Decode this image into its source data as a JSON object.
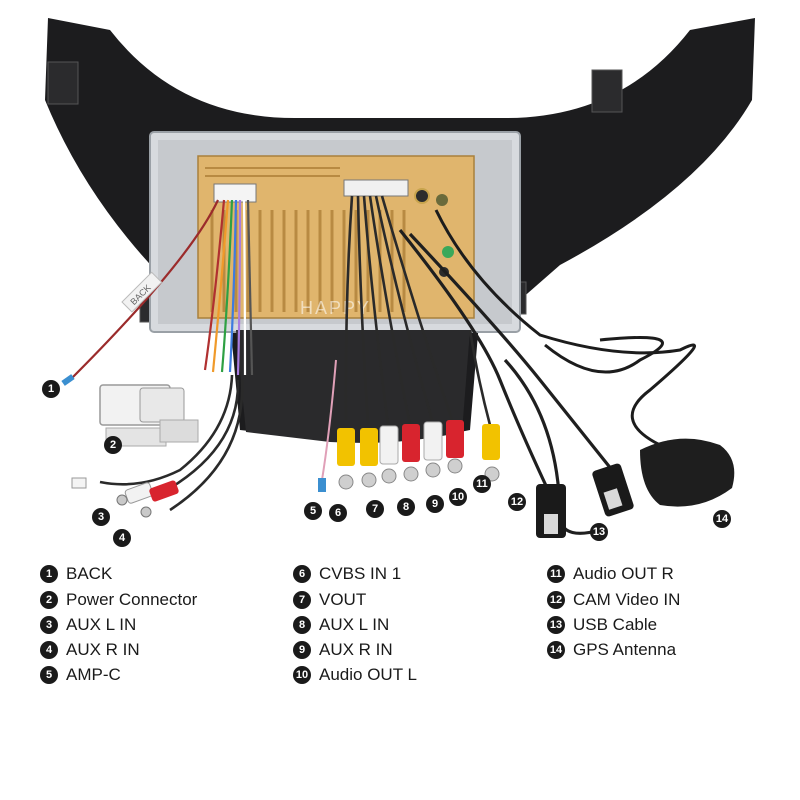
{
  "watermark": "HAPPY",
  "sticker_text": "BACK",
  "legend": [
    {
      "num": "1",
      "label": "BACK"
    },
    {
      "num": "2",
      "label": "Power Connector"
    },
    {
      "num": "3",
      "label": "AUX L IN"
    },
    {
      "num": "4",
      "label": "AUX R IN"
    },
    {
      "num": "5",
      "label": "AMP-C"
    },
    {
      "num": "6",
      "label": "CVBS IN 1"
    },
    {
      "num": "7",
      "label": "VOUT"
    },
    {
      "num": "8",
      "label": "AUX L IN"
    },
    {
      "num": "9",
      "label": "AUX R IN"
    },
    {
      "num": "10",
      "label": "Audio OUT L"
    },
    {
      "num": "11",
      "label": "Audio OUT R"
    },
    {
      "num": "12",
      "label": "CAM Video IN"
    },
    {
      "num": "13",
      "label": "USB Cable"
    },
    {
      "num": "14",
      "label": "GPS Antenna"
    }
  ],
  "colors": {
    "frame": "#1c1c1e",
    "panel": "#d7dade",
    "board": "#e0b56d",
    "rca_yellow": "#f2c200",
    "rca_red": "#d8242e",
    "rca_white": "#f2f2f2"
  }
}
